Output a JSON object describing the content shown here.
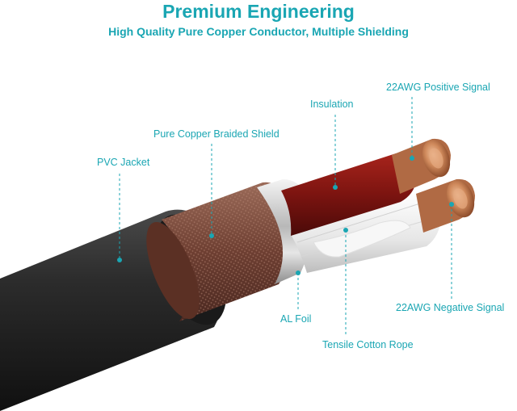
{
  "header": {
    "title": "Premium Engineering",
    "subtitle": "High Quality Pure Copper Conductor, Multiple Shielding"
  },
  "labels": {
    "pvc_jacket": "PVC Jacket",
    "braided_shield": "Pure Copper Braided Shield",
    "insulation": "Insulation",
    "positive_signal": "22AWG Positive Signal",
    "al_foil": "AL Foil",
    "cotton_rope": "Tensile Cotton Rope",
    "negative_signal": "22AWG Negative Signal"
  },
  "colors": {
    "accent": "#1aa6b3",
    "jacket": "#2b2b2b",
    "braid": "#7a4a3a",
    "foil": "#c9c9c9",
    "insulation_red": "#7c1410",
    "insulation_white": "#efefef",
    "copper": "#c97a4e"
  }
}
